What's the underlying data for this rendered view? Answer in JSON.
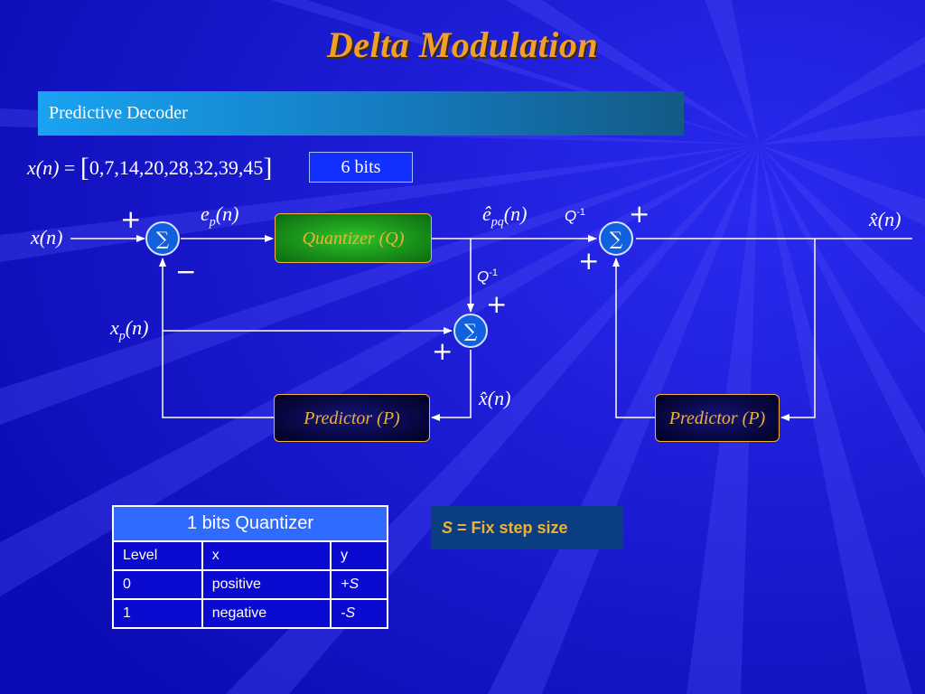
{
  "title": "Delta Modulation",
  "subtitle": "Predictive Decoder",
  "sequence": {
    "lhs": "x(n)",
    "equals": "=",
    "values": "0,7,14,20,28,32,39,45"
  },
  "bits_label": "6 bits",
  "diagram": {
    "input_label": "x(n)",
    "error_label_var": "e",
    "error_label_sub": "p",
    "error_label_arg": "(n)",
    "quantized_error_var": "ê",
    "quantized_error_sub": "pq",
    "quantized_error_arg": "(n)",
    "predicted_var": "x",
    "predicted_sub": "p",
    "predicted_arg": "(n)",
    "reconstructed_label": "x̂(n)",
    "output_label": "x̂(n)",
    "plus": "+",
    "minus": "−",
    "sigma": "∑",
    "q_inverse": "Q",
    "q_inverse_exp": "-1",
    "quantizer_label": "Quantizer (Q)",
    "predictor_label": "Predictor (P)"
  },
  "quantizer_table": {
    "title": "1 bits Quantizer",
    "headers": [
      "Level",
      "x",
      "y"
    ],
    "rows": [
      [
        "0",
        "positive",
        "+S"
      ],
      [
        "1",
        "negative",
        "-S"
      ]
    ]
  },
  "step_note": {
    "symbol": "S",
    "text": " = Fix step size"
  },
  "colors": {
    "background": "#1a1ad6",
    "title": "#f0a028",
    "block_text": "#f0b030",
    "quantizer_fill": "#1c9a1c",
    "subtitle_bar": "#19a3f2"
  }
}
